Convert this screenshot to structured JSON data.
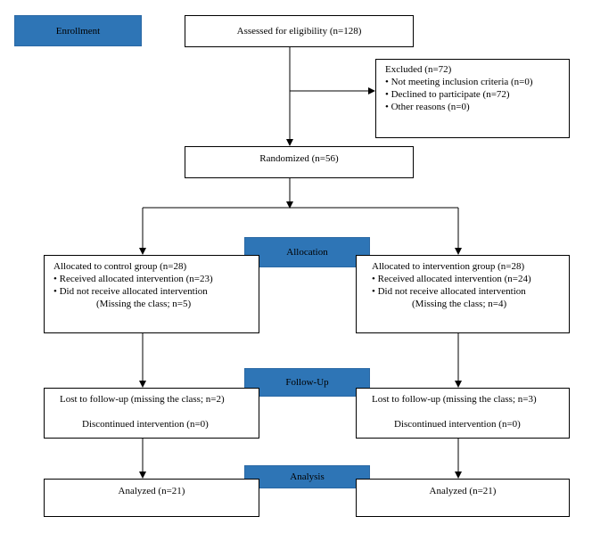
{
  "stages": {
    "enrollment": "Enrollment",
    "allocation": "Allocation",
    "follow_up": "Follow-Up",
    "analysis": "Analysis"
  },
  "boxes": {
    "assessed": "Assessed for eligibility  (n=128)",
    "excluded": {
      "title": "Excluded (n=72)",
      "items": [
        "• Not meeting inclusion criteria (n=0)",
        "• Declined to participate (n=72)",
        "• Other reasons (n=0)"
      ]
    },
    "randomized": "Randomized  (n=56)",
    "control_alloc": {
      "title": "Allocated to control group (n=28)",
      "items": [
        "• Received allocated intervention (n=23)",
        "• Did not receive allocated intervention",
        "(Missing the class; n=5)"
      ]
    },
    "intervention_alloc": {
      "title": "Allocated to intervention group (n=28)",
      "items": [
        "• Received allocated intervention (n=24)",
        "• Did not receive allocated intervention",
        "(Missing the class; n=4)"
      ]
    },
    "control_followup": {
      "lost": "Lost to follow-up (missing the class; n=2)",
      "discontinued": "Discontinued intervention (n=0)"
    },
    "intervention_followup": {
      "lost": "Lost to follow-up (missing the class; n=3)",
      "discontinued": "Discontinued intervention (n=0)"
    },
    "control_analysis": "Analyzed (n=21)",
    "intervention_analysis": "Analyzed (n=21)"
  }
}
